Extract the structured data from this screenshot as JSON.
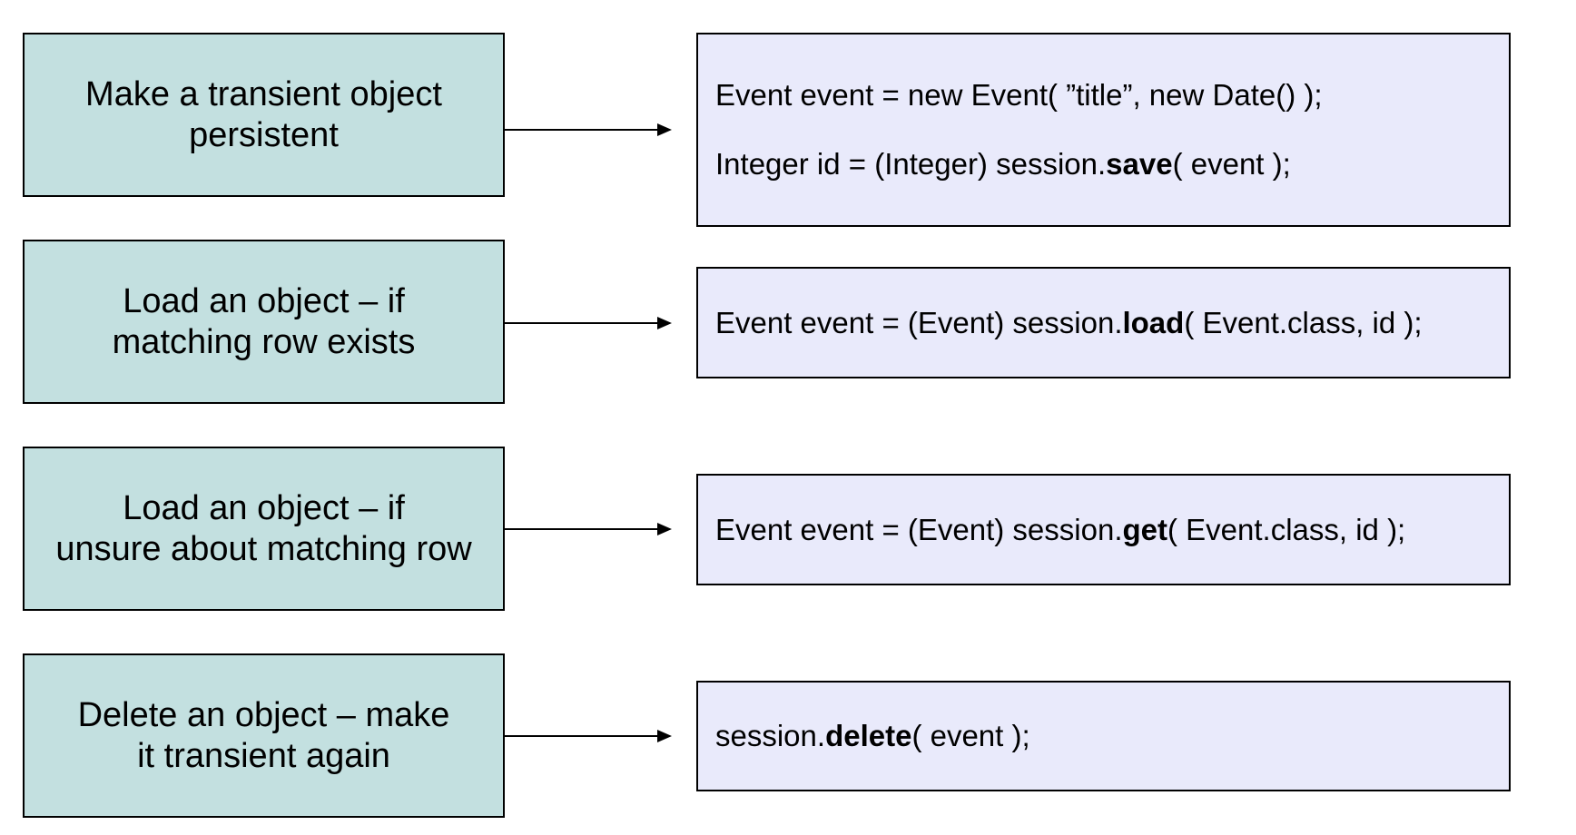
{
  "rows": [
    {
      "operation": [
        "Make a transient object",
        "persistent"
      ],
      "code": [
        {
          "before": "Event event = new Event( ”title”, new Date() );",
          "method": "",
          "after": ""
        },
        {
          "before": "Integer id = (Integer) session.",
          "method": "save",
          "after": "( event );"
        }
      ]
    },
    {
      "operation": [
        "Load an object – if",
        "matching row exists"
      ],
      "code": [
        {
          "before": "Event event = (Event) session.",
          "method": "load",
          "after": "( Event.class, id );"
        }
      ]
    },
    {
      "operation": [
        "Load an object – if",
        "unsure about matching row"
      ],
      "code": [
        {
          "before": "Event event = (Event) session.",
          "method": "get",
          "after": "( Event.class, id );"
        }
      ]
    },
    {
      "operation": [
        "Delete an object – make",
        "it transient again"
      ],
      "code": [
        {
          "before": "session.",
          "method": "delete",
          "after": "( event );"
        }
      ]
    }
  ]
}
